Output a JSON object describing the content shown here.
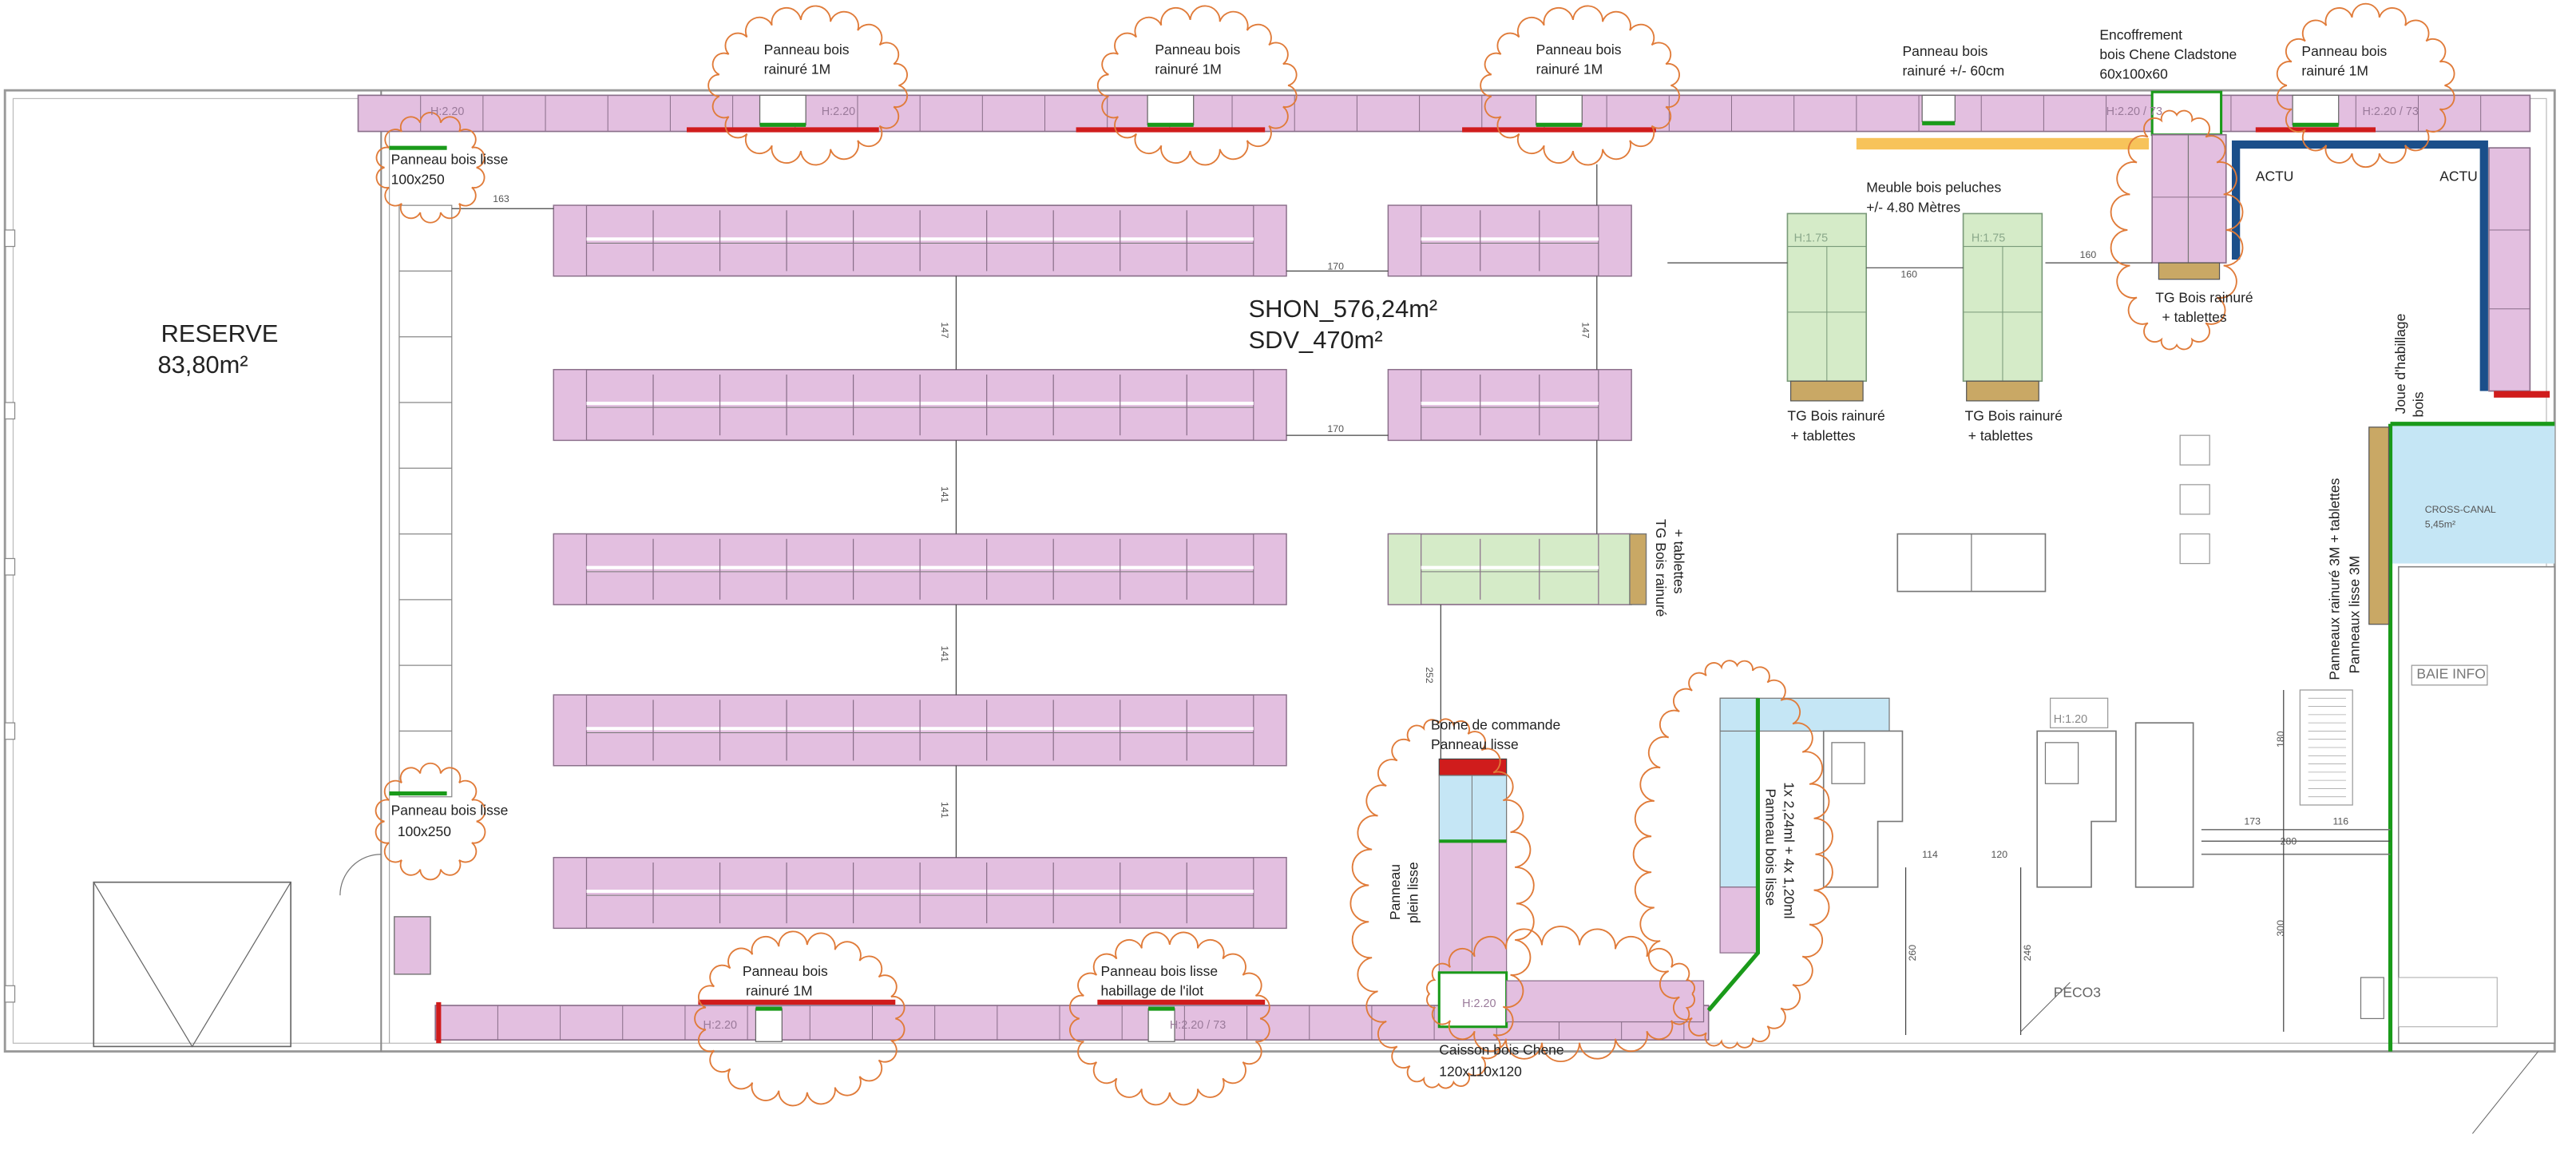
{
  "colors": {
    "gondola_pink": "#e3bfe0",
    "gondola_green": "#d5ebc8",
    "light_blue": "#c5e6f5",
    "tan": "#c9a865",
    "red_panel": "#d01c1c",
    "green_panel": "#1a9a1a",
    "actu_blue": "#1b4f8a",
    "orange_yellow": "#f7c35a",
    "cloud_orange": "#e07b39"
  },
  "areas": {
    "reserve_title": "RESERVE",
    "reserve_area": "83,80m²",
    "shon": "SHON_576,24m²",
    "sdv": "SDV_470m²",
    "cross_canal_title": "CROSS-CANAL",
    "cross_canal_area": "5,45m²",
    "baie_info": "BAIE INFO",
    "peco": "PECO3"
  },
  "annotations": {
    "top_panel_1": [
      "Panneau bois",
      "rainuré 1M"
    ],
    "top_panel_2": [
      "Panneau bois",
      "rainuré 1M"
    ],
    "top_panel_3": [
      "Panneau bois",
      "rainuré 1M"
    ],
    "top_panel_60": [
      "Panneau bois",
      "rainuré +/- 60cm"
    ],
    "encoffrement": [
      "Encoffrement",
      "bois Chene Cladstone",
      "60x100x60"
    ],
    "top_panel_4": [
      "Panneau bois",
      "rainuré 1M"
    ],
    "meuble_peluches": [
      "Meuble bois peluches",
      "+/- 4.80 Mètres"
    ],
    "actu_left": "ACTU",
    "actu_right": "ACTU",
    "tg_corner": [
      "TG Bois rainuré",
      "+ tablettes"
    ],
    "tg_green_1": [
      "TG Bois rainuré",
      "+ tablettes"
    ],
    "tg_green_2": [
      "TG Bois rainuré",
      "+ tablettes"
    ],
    "tg_center": [
      "TG Bois rainuré",
      "+ tablettes"
    ],
    "panel_lisse_top": [
      "Panneau bois lisse",
      "100x250"
    ],
    "panel_lisse_bottom": [
      "Panneau bois lisse",
      "100x250"
    ],
    "joue_habillage": [
      "Joue d'habillage",
      "bois"
    ],
    "panneaux_right": [
      "Panneaux rainuré 3M + tablettes",
      "Panneaux lisse 3M"
    ],
    "borne": [
      "Borne de commande",
      "Panneau lisse"
    ],
    "panneau_plein": [
      "Panneau",
      "plein lisse"
    ],
    "panneau_lisse_ml": [
      "Panneau bois lisse",
      "1x 2,24ml + 4x 1,20ml"
    ],
    "bottom_panel_1": [
      "Panneau bois",
      "rainuré 1M"
    ],
    "bottom_panel_2": [
      "Panneau bois lisse",
      "habillage de l'ilot"
    ],
    "caisson": [
      "Caisson bois Chene",
      "120x110x120"
    ]
  },
  "heights": {
    "h220": "H:2.20",
    "h220_73": "H:2.20 / 73",
    "h175": "H:1.75",
    "h120": "H:1.20"
  },
  "dimensions": {
    "d163": "163",
    "d170a": "170",
    "d170b": "170",
    "d147a": "147",
    "d147b": "147",
    "d141a": "141",
    "d141b": "141",
    "d141c": "141",
    "d160a": "160",
    "d160b": "160",
    "d252": "252",
    "d114": "114",
    "d120": "120",
    "d173": "173",
    "d116": "116",
    "d280": "280",
    "d180": "180",
    "d260": "260",
    "d246": "246",
    "d300": "300"
  }
}
